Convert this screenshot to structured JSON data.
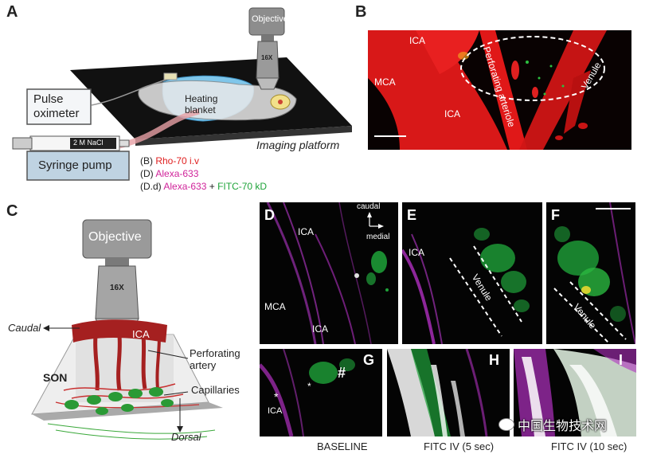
{
  "panel_letters": {
    "A": "A",
    "B": "B",
    "C": "C",
    "D": "D",
    "E": "E",
    "F": "F",
    "G": "G",
    "H": "H",
    "I": "I"
  },
  "panel_a": {
    "objective": "Objective",
    "magnification": "16X",
    "pulse_oximeter": "Pulse\noximeter",
    "heating_blanket": "Heating\nblanket",
    "syringe_label": "2 M NaCl",
    "syringe_pump": "Syringe pump",
    "imaging_platform": "Imaging platform",
    "legend": [
      {
        "prefix": "(B) ",
        "text": "Rho-70 i.v",
        "color": "#e02020"
      },
      {
        "prefix": "(D) ",
        "text": "Alexa-633",
        "color": "#d0239a"
      },
      {
        "prefix": "(D.d) ",
        "text": "Alexa-633",
        "color": "#d0239a",
        "plus": " + ",
        "text2": "FITC-70 kD",
        "color2": "#1fa33a"
      }
    ]
  },
  "panel_b": {
    "ica_top": "ICA",
    "mca": "MCA",
    "ica_bottom": "ICA",
    "perforating": "Perforating arteriole",
    "venule": "Venule"
  },
  "panel_c": {
    "objective": "Objective",
    "magnification": "16X",
    "caudal": "Caudal",
    "ica": "ICA",
    "perforating_artery": "Perforating\nartery",
    "son": "SON",
    "capillaries": "Capillaries",
    "dorsal": "Dorsal"
  },
  "panel_d": {
    "caudal": "caudal",
    "medial": "medial",
    "ica_top": "ICA",
    "mca": "MCA",
    "ica_bottom": "ICA"
  },
  "panel_e": {
    "ica": "ICA",
    "venule": "Venule"
  },
  "panel_f": {
    "venule": "Venule"
  },
  "panel_g": {
    "hash": "#",
    "star1": "*",
    "star2": "*",
    "ica": "ICA"
  },
  "captions": {
    "g": "BASELINE",
    "h": "FITC IV (5 sec)",
    "i": "FITC IV (10 sec)"
  },
  "watermark": "中国生物技术网"
}
